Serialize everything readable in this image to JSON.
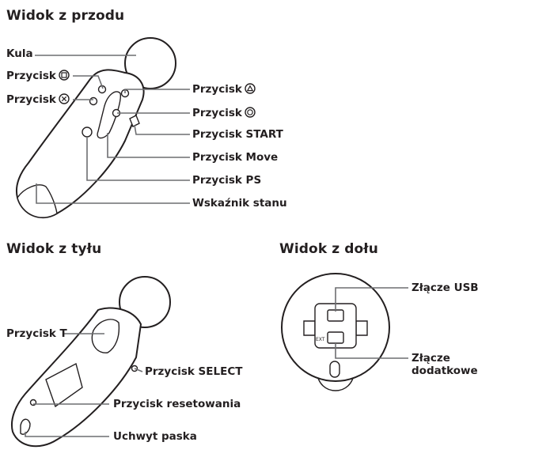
{
  "sections": {
    "front": {
      "title": "Widok z przodu"
    },
    "back": {
      "title": "Widok z tyłu"
    },
    "bottom": {
      "title": "Widok z dołu"
    }
  },
  "front_labels": {
    "sphere": "Kula",
    "square": "Przycisk",
    "cross": "Przycisk",
    "triangle": "Przycisk",
    "circle": "Przycisk",
    "start": "Przycisk START",
    "move": "Przycisk Move",
    "ps": "Przycisk PS",
    "status": "Wskaźnik stanu"
  },
  "back_labels": {
    "t": "Przycisk T",
    "select": "Przycisk SELECT",
    "reset": "Przycisk resetowania",
    "strap": "Uchwyt paska"
  },
  "bottom_labels": {
    "usb": "Złącze USB",
    "ext_line1": "Złącze",
    "ext_line2": "dodatkowe",
    "ext_marking": "EXT"
  },
  "icons": {
    "square": "square-button-icon",
    "cross": "cross-button-icon",
    "triangle": "triangle-button-icon",
    "circle": "circle-button-icon"
  }
}
